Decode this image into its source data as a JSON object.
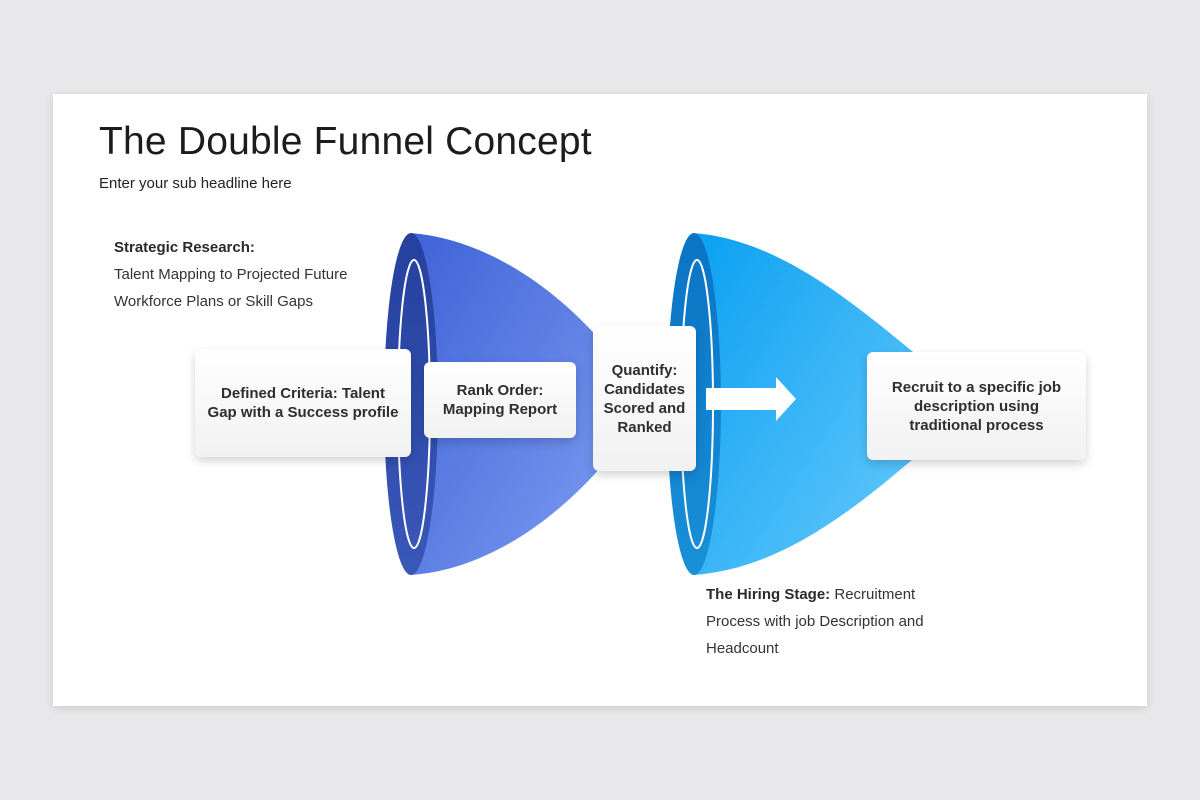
{
  "slide": {
    "title": "The Double Funnel Concept",
    "subtitle": "Enter your sub headline here"
  },
  "notes": {
    "strategic_heading": "Strategic Research:",
    "strategic_body": "Talent Mapping to Projected Future Workforce Plans or Skill Gaps",
    "hiring_heading": "The Hiring Stage:",
    "hiring_body": "Recruitment Process with job Description and Headcount"
  },
  "cards": {
    "defined": "Defined Criteria: Talent Gap with a Success profile",
    "rank": "Rank Order: Mapping Report",
    "quantify": "Quantify: Candidates Scored and Ranked",
    "recruit": "Recruit to a specific job description using traditional process"
  },
  "colors": {
    "funnel1": "#4a6fe0",
    "funnel2": "#16a8f5",
    "arrow": "#ffffff"
  },
  "icons": {
    "arrow": "right-arrow-icon"
  }
}
